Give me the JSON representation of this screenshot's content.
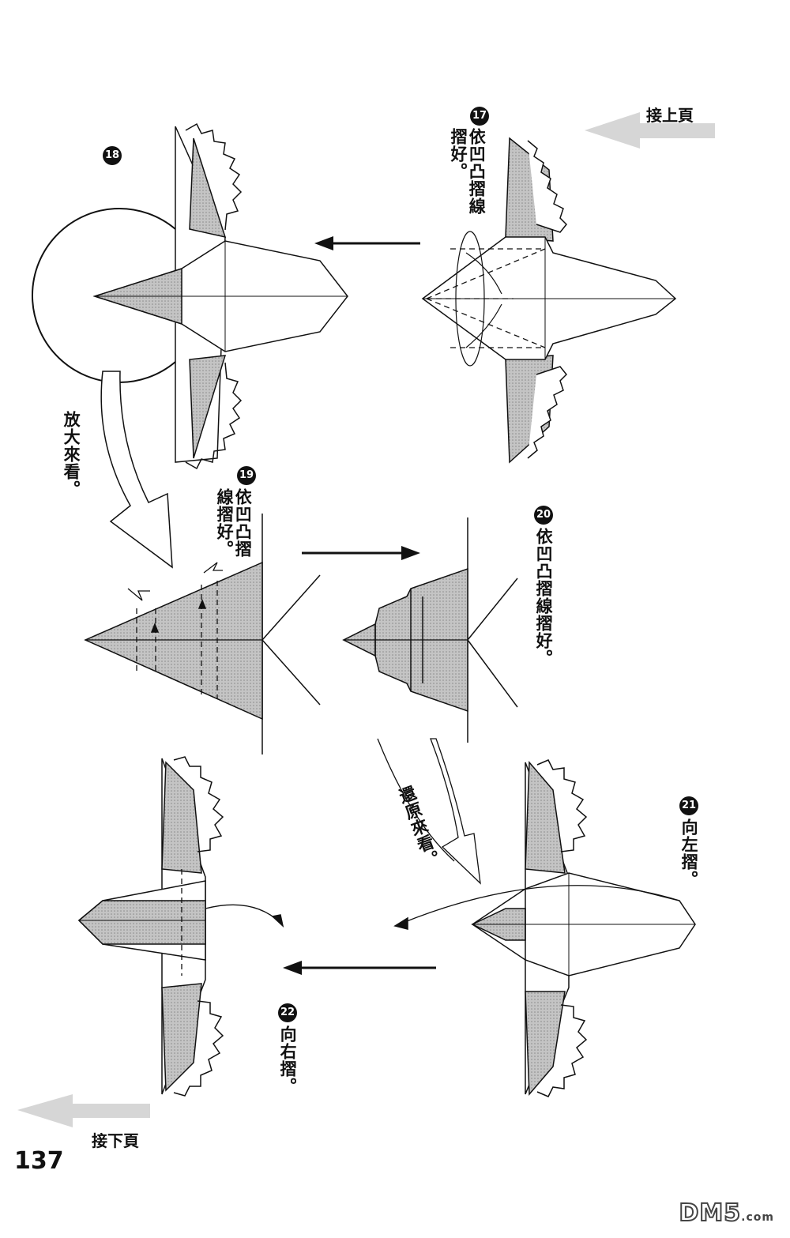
{
  "nav": {
    "continue_from": "接上頁",
    "continue_to": "接下頁"
  },
  "steps": [
    {
      "num": "17",
      "text": "依凹凸摺線摺好。"
    },
    {
      "num": "18",
      "text": ""
    },
    {
      "num": "19",
      "text": "依凹凸摺線摺好。"
    },
    {
      "num": "20",
      "text": "依凹凸摺線摺好。"
    },
    {
      "num": "21",
      "text": "向左摺。"
    },
    {
      "num": "22",
      "text": "向右摺。"
    }
  ],
  "notes": {
    "zoom_in": "放大來看。",
    "zoom_out": "還原來看。"
  },
  "page_number": "137",
  "watermark": {
    "brand": "DM5",
    "suffix": ".com"
  },
  "colors": {
    "shade": "#b5b5b5",
    "line": "#111111",
    "nav_arrow": "#d6d6d6"
  }
}
